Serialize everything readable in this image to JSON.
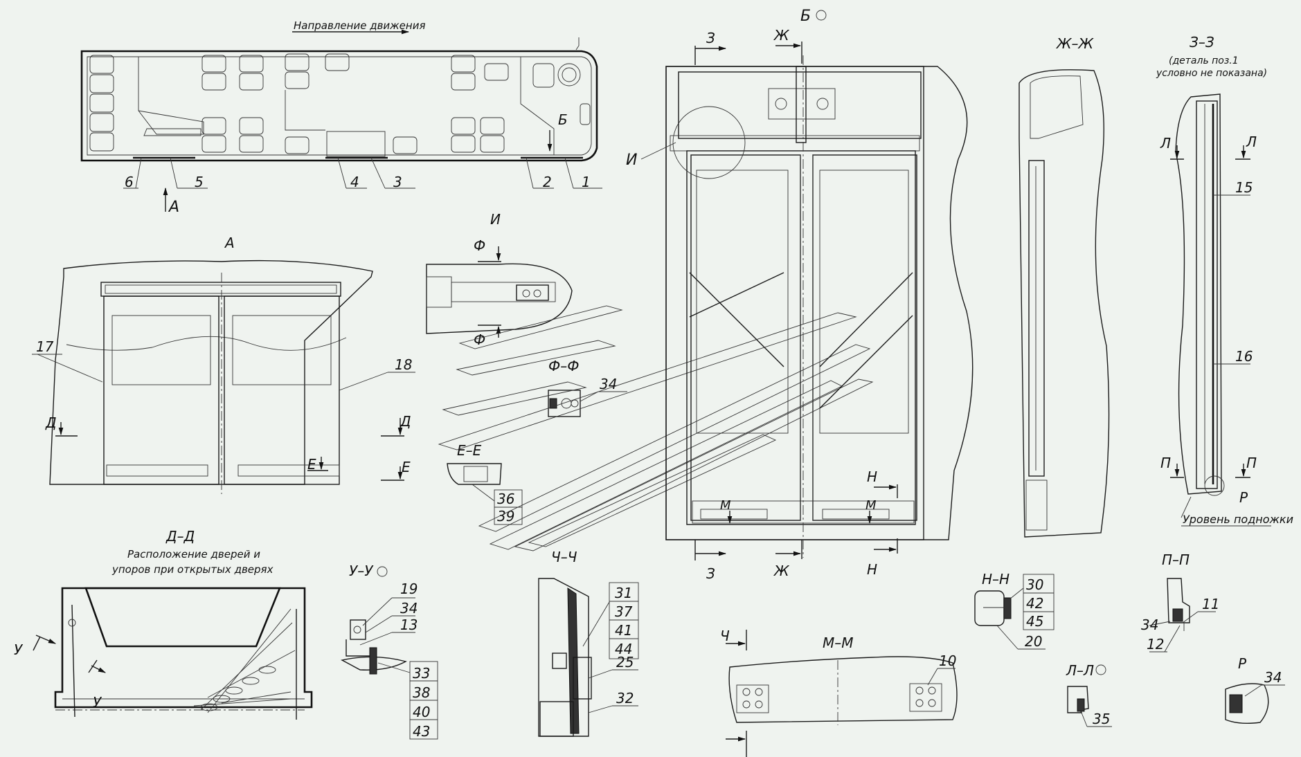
{
  "titles": {
    "travel_direction": "Направление движения",
    "view_a": "А",
    "view_b": "Б",
    "section_zh": "Ж–Ж",
    "section_z": "З–З",
    "section_z_note1": "(деталь поз.1",
    "section_z_note2": "условно не показана)",
    "view_i": "И",
    "section_f": "Ф–Ф",
    "section_e": "Е–Е",
    "section_d": "Д–Д",
    "section_d_note1": "Расположение дверей и",
    "section_d_note2": "упоров при открытых дверях",
    "section_u": "У–У",
    "section_ch": "Ч–Ч",
    "section_m": "М–М",
    "section_n": "Н–Н",
    "section_l": "Л–Л",
    "section_p": "П–П",
    "view_r": "Р",
    "step_level": "Уровень подножки"
  },
  "markers": {
    "a": "А",
    "b": "Б",
    "d": "Д",
    "e": "Е",
    "i": "И",
    "f": "Ф",
    "z": "З",
    "zh": "Ж",
    "n": "Н",
    "m": "М",
    "l": "Л",
    "p": "П",
    "r": "Р",
    "u": "У",
    "ch": "Ч"
  },
  "labels": {
    "p1": "1",
    "p2": "2",
    "p3": "3",
    "p4": "4",
    "p5": "5",
    "p6": "6",
    "p10": "10",
    "p11": "11",
    "p12": "12",
    "p13": "13",
    "p15": "15",
    "p16": "16",
    "p17": "17",
    "p18": "18",
    "p19": "19",
    "p20": "20",
    "p25": "25",
    "p30": "30",
    "p31": "31",
    "p32": "32",
    "p33": "33",
    "p34": "34",
    "p35": "35",
    "p36": "36",
    "p37": "37",
    "p38": "38",
    "p39": "39",
    "p40": "40",
    "p41": "41",
    "p42": "42",
    "p43": "43",
    "p44": "44",
    "p45": "45"
  },
  "colors": {
    "background": "#eff3ef",
    "line": "#1a1a1a"
  }
}
